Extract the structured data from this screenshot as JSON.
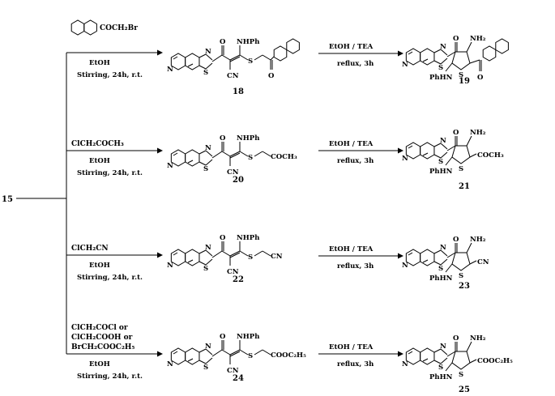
{
  "start_compound": "15",
  "rows": [
    {
      "reagent_lines": [
        "COCH₂Br"
      ],
      "conditions": [
        "EtOH",
        "Stirring, 24h, r.t."
      ],
      "intermediate": {
        "number": "18",
        "side_chain": "",
        "nhph": "NHPh",
        "cn": "CN"
      },
      "cyclization": [
        "EtOH / TEA",
        "reflux, 3h"
      ],
      "product": {
        "number": "19",
        "nh2": "NH₂",
        "phhn": "PhHN",
        "substituent": ""
      }
    },
    {
      "reagent_lines": [
        "ClCH₂COCH₃"
      ],
      "conditions": [
        "EtOH",
        "Stirring, 24h, r.t."
      ],
      "intermediate": {
        "number": "20",
        "side_chain": "COCH₃",
        "nhph": "NHPh",
        "cn": "CN"
      },
      "cyclization": [
        "EtOH / TEA",
        "reflux, 3h"
      ],
      "product": {
        "number": "21",
        "nh2": "NH₂",
        "phhn": "PhHN",
        "substituent": "COCH₃"
      }
    },
    {
      "reagent_lines": [
        "ClCH₂CN"
      ],
      "conditions": [
        "EtOH",
        "Stirring, 24h, r.t."
      ],
      "intermediate": {
        "number": "22",
        "side_chain": "CN",
        "nhph": "NHPh",
        "cn": "CN"
      },
      "cyclization": [
        "EtOH / TEA",
        "reflux, 3h"
      ],
      "product": {
        "number": "23",
        "nh2": "NH₂",
        "phhn": "PhHN",
        "substituent": "CN"
      }
    },
    {
      "reagent_lines": [
        "ClCH₂COCl or",
        "ClCH₂COOH or",
        "BrCH₂COOC₂H₅"
      ],
      "conditions": [
        "EtOH",
        "Stirring, 24h, r.t."
      ],
      "intermediate": {
        "number": "24",
        "side_chain": "COOC₂H₅",
        "nhph": "NHPh",
        "cn": "CN"
      },
      "cyclization": [
        "EtOH / TEA",
        "reflux, 3h"
      ],
      "product": {
        "number": "25",
        "nh2": "NH₂",
        "phhn": "PhHN",
        "substituent": "COOC₂H₅"
      }
    }
  ],
  "atom_labels": {
    "N": "N",
    "S": "S",
    "O": "O"
  }
}
